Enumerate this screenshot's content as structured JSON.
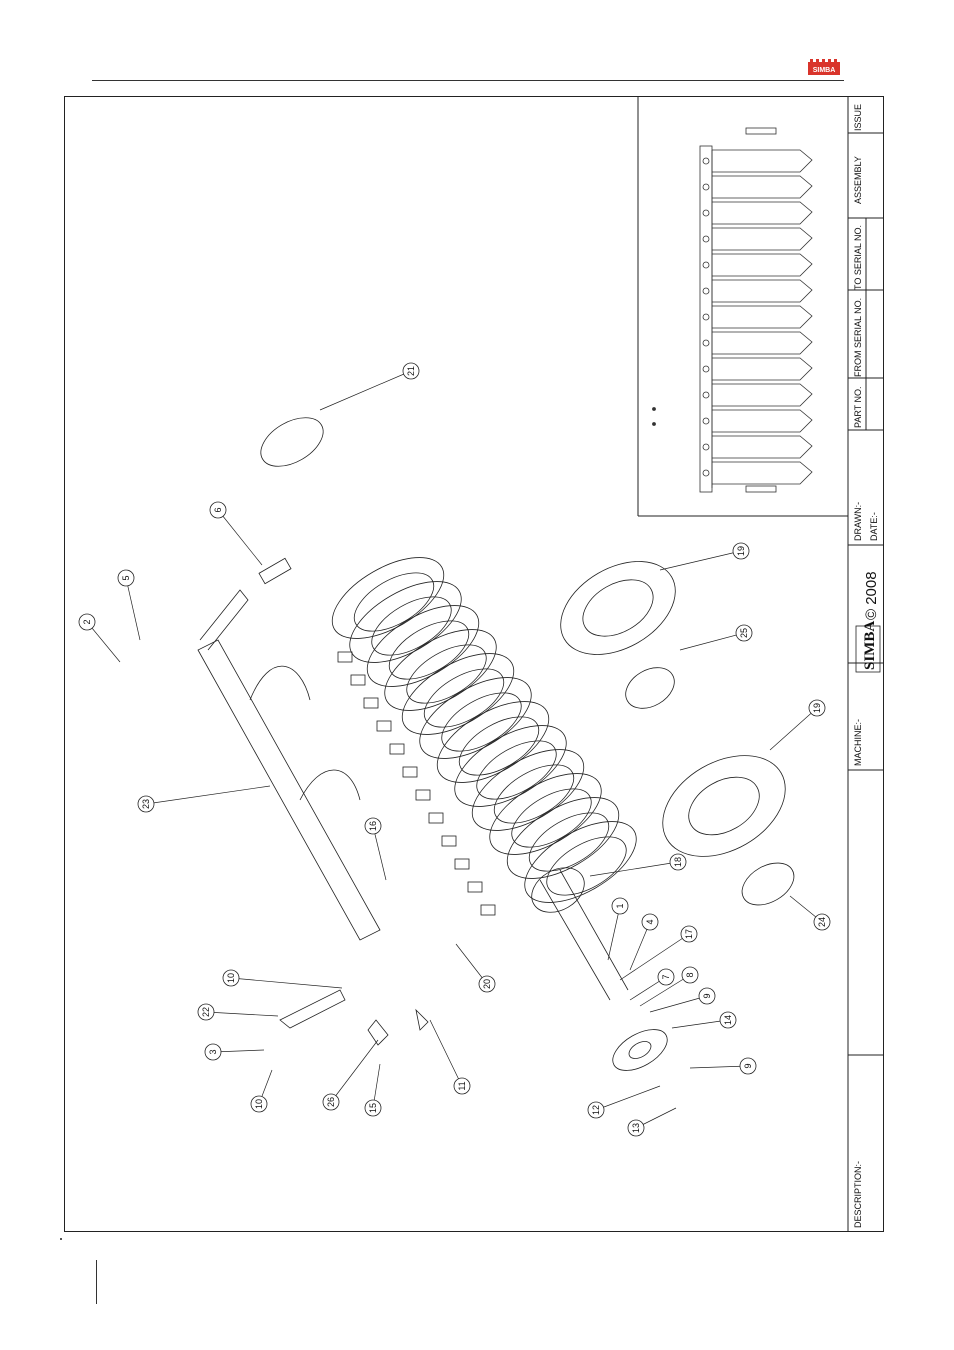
{
  "title_block": {
    "issue_label": "ISSUE",
    "assembly_label": "ASSEMBLY",
    "to_serial_label": "TO SERIAL NO.",
    "from_serial_label": "FROM SERIAL NO.",
    "part_no_label": "PART NO.",
    "drawn_label": "DRAWN:-",
    "date_label": "DATE:-",
    "copyright": "© 2008",
    "brand": "SIMBA",
    "machine_label": "MACHINE:-",
    "description_label": "DESCRIPTION:-"
  },
  "logo": {
    "text": "SIMBA",
    "color": "#d9342b"
  },
  "callouts": [
    {
      "label": "21"
    },
    {
      "label": "6"
    },
    {
      "label": "5"
    },
    {
      "label": "2"
    },
    {
      "label": "23"
    },
    {
      "label": "19"
    },
    {
      "label": "25"
    },
    {
      "label": "19"
    },
    {
      "label": "18"
    },
    {
      "label": "16"
    },
    {
      "label": "1"
    },
    {
      "label": "4"
    },
    {
      "label": "17"
    },
    {
      "label": "24"
    },
    {
      "label": "20"
    },
    {
      "label": "10"
    },
    {
      "label": "22"
    },
    {
      "label": "7"
    },
    {
      "label": "8"
    },
    {
      "label": "9"
    },
    {
      "label": "14"
    },
    {
      "label": "3"
    },
    {
      "label": "9"
    },
    {
      "label": "10"
    },
    {
      "label": "26"
    },
    {
      "label": "15"
    },
    {
      "label": "11"
    },
    {
      "label": "12"
    },
    {
      "label": "13"
    }
  ]
}
